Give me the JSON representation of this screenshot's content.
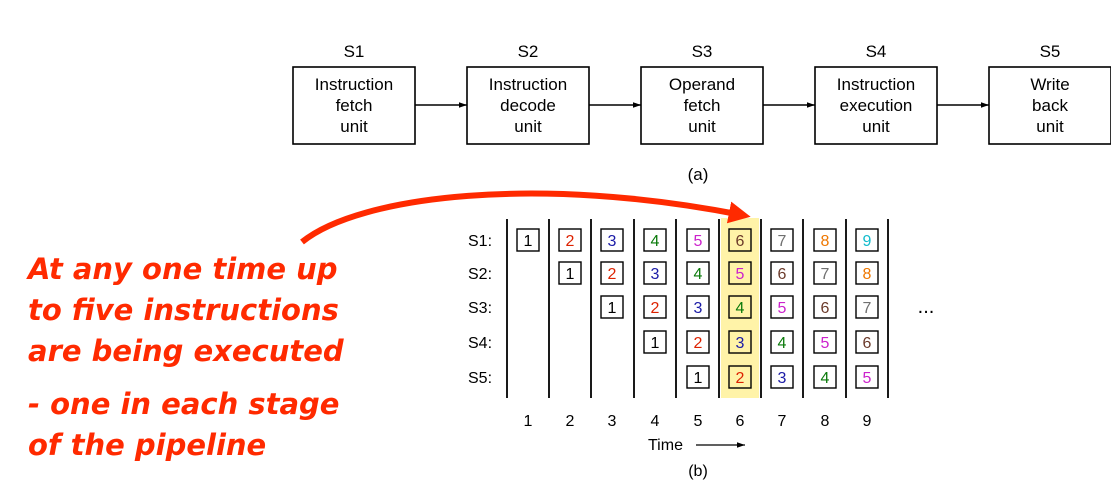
{
  "stages": [
    {
      "id": "S1",
      "lines": [
        "Instruction",
        "fetch",
        "unit"
      ]
    },
    {
      "id": "S2",
      "lines": [
        "Instruction",
        "decode",
        "unit"
      ]
    },
    {
      "id": "S3",
      "lines": [
        "Operand",
        "fetch",
        "unit"
      ]
    },
    {
      "id": "S4",
      "lines": [
        "Instruction",
        "execution",
        "unit"
      ]
    },
    {
      "id": "S5",
      "lines": [
        "Write",
        "back",
        "unit"
      ]
    }
  ],
  "caption_a": "(a)",
  "caption_b": "(b)",
  "row_labels": [
    "S1:",
    "S2:",
    "S3:",
    "S4:",
    "S5:"
  ],
  "time_ticks": [
    "1",
    "2",
    "3",
    "4",
    "5",
    "6",
    "7",
    "8",
    "9"
  ],
  "time_label": "Time",
  "ellipsis": "...",
  "highlight_time": 6,
  "instruction_colors": {
    "1": "#000000",
    "2": "#dd2200",
    "3": "#1a1aa6",
    "4": "#0a7a0a",
    "5": "#cc22cc",
    "6": "#6b3a2a",
    "7": "#707070",
    "8": "#ee7700",
    "9": "#11bbcc"
  },
  "annotation": {
    "para1": [
      "At any one time up",
      "to five instructions",
      "are being executed"
    ],
    "para2": [
      "- one in each stage",
      "of the pipeline"
    ]
  }
}
